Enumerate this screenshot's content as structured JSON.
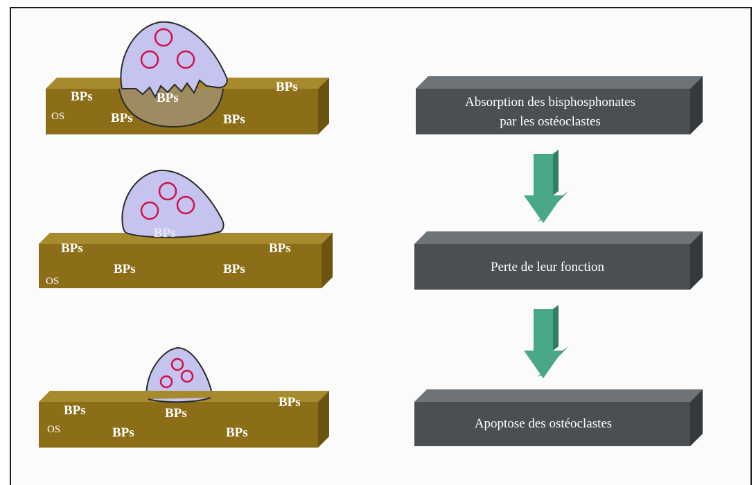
{
  "bone_label": "BPs",
  "os_label": "OS",
  "steps": [
    {
      "lines": [
        "Absorption des bisphosphonates",
        "par les ostéoclastes"
      ]
    },
    {
      "lines": [
        "Perte de leur fonction"
      ]
    },
    {
      "lines": [
        "Apoptose des ostéoclastes"
      ]
    }
  ],
  "colors": {
    "bone_front": "#8c6e18",
    "bone_top": "#a88a2e",
    "bone_side": "#6b5310",
    "cell_fill": "#c4c4ee",
    "nucleus": "#d0104a",
    "box_front": "#4a4f53",
    "box_top": "#6e7378",
    "box_side": "#35393c",
    "arrow": "#4aa88a",
    "arrow_dark": "#2f7f66"
  }
}
